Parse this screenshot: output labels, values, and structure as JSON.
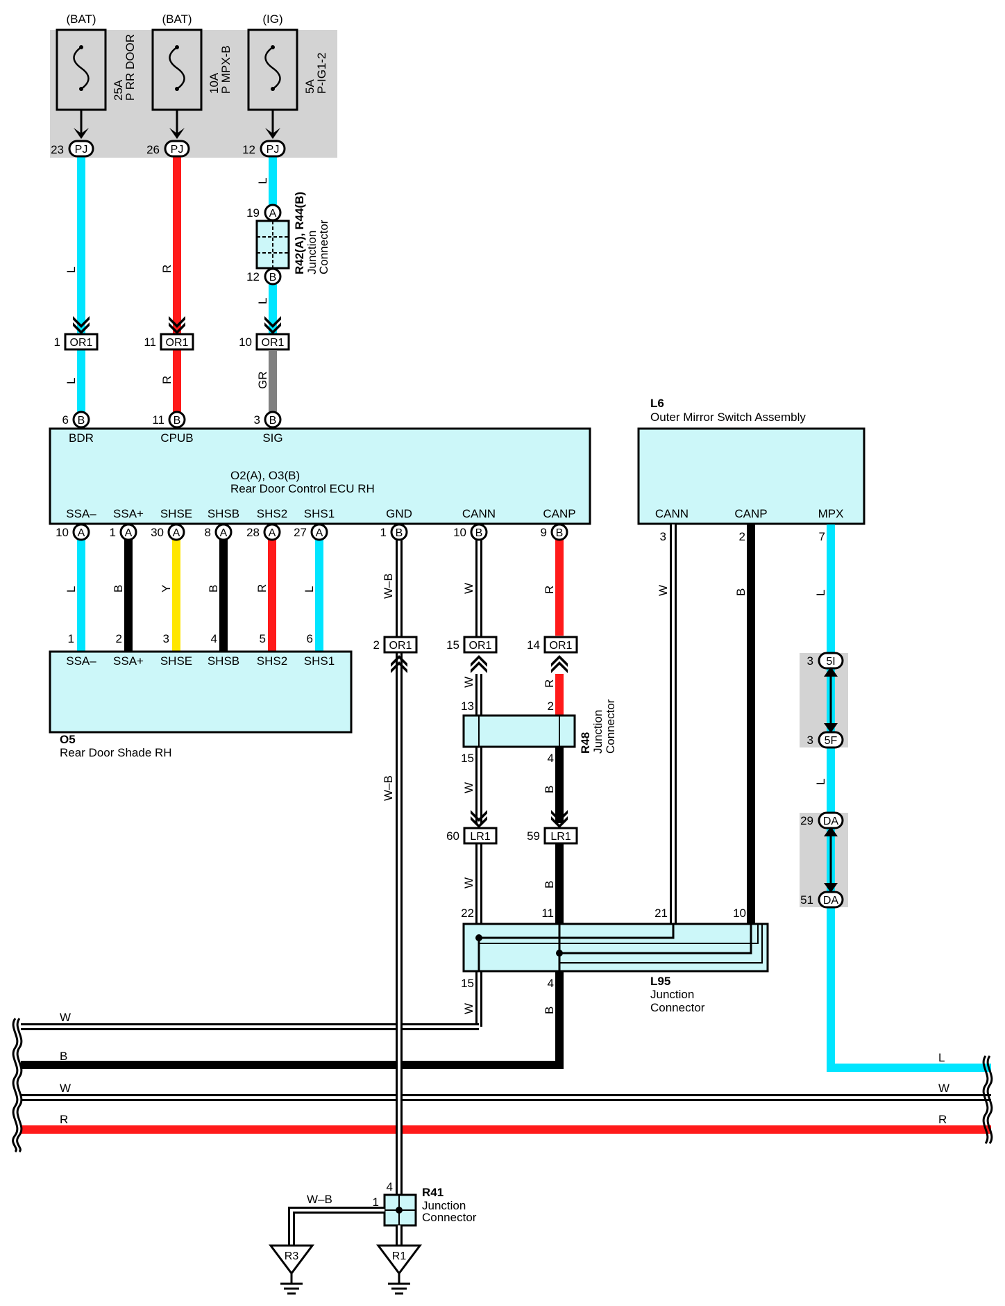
{
  "fuses": [
    {
      "source": "(BAT)",
      "rating": "25A",
      "name": "P RR DOOR"
    },
    {
      "source": "(BAT)",
      "rating": "10A",
      "name": "P MPX-B"
    },
    {
      "source": "(IG)",
      "rating": "5A",
      "name": "P-IG1-2"
    }
  ],
  "pj_pins": [
    "23",
    "26",
    "12"
  ],
  "pj_label": "PJ",
  "or1_label": "OR1",
  "lr1_label": "LR1",
  "top_pins": [
    "1",
    "11",
    "10"
  ],
  "wire_colors": {
    "L": "L",
    "R": "R",
    "GR": "GR",
    "W": "W",
    "B": "B",
    "Y": "Y",
    "WB": "W–B"
  },
  "colors": {
    "L": "#00e5ff",
    "R": "#ff1a1a",
    "GR": "#808080",
    "Y": "#ffe600",
    "B": "#000000",
    "W": "#ffffff",
    "box_fill": "#ccf7f9",
    "fuse_panel": "#d3d3d3"
  },
  "r42": {
    "pin_top": "19",
    "pin_top_letter": "A",
    "pin_bottom": "12",
    "pin_bottom_letter": "B",
    "name": "R42(A), R44(B)",
    "desc1": "Junction",
    "desc2": "Connector"
  },
  "ecu": {
    "id": "O2(A), O3(B)",
    "name": "Rear Door Control ECU RH",
    "top_terminals": [
      {
        "pin": "6",
        "letter": "B",
        "name": "BDR"
      },
      {
        "pin": "11",
        "letter": "B",
        "name": "CPUB"
      },
      {
        "pin": "3",
        "letter": "B",
        "name": "SIG"
      }
    ],
    "bottom_terminals": [
      {
        "pin": "10",
        "letter": "A",
        "name": "SSA–"
      },
      {
        "pin": "1",
        "letter": "A",
        "name": "SSA+"
      },
      {
        "pin": "30",
        "letter": "A",
        "name": "SHSE"
      },
      {
        "pin": "8",
        "letter": "A",
        "name": "SHSB"
      },
      {
        "pin": "28",
        "letter": "A",
        "name": "SHS2"
      },
      {
        "pin": "27",
        "letter": "A",
        "name": "SHS1"
      },
      {
        "pin": "1",
        "letter": "B",
        "name": "GND"
      },
      {
        "pin": "10",
        "letter": "B",
        "name": "CANN"
      },
      {
        "pin": "9",
        "letter": "B",
        "name": "CANP"
      }
    ]
  },
  "shade": {
    "id": "O5",
    "name": "Rear Door Shade RH",
    "terminals": [
      {
        "pin": "1",
        "name": "SSA–",
        "wire": "L"
      },
      {
        "pin": "2",
        "name": "SSA+",
        "wire": "B"
      },
      {
        "pin": "3",
        "name": "SHSE",
        "wire": "Y"
      },
      {
        "pin": "4",
        "name": "SHSB",
        "wire": "B"
      },
      {
        "pin": "5",
        "name": "SHS2",
        "wire": "R"
      },
      {
        "pin": "6",
        "name": "SHS1",
        "wire": "L"
      }
    ]
  },
  "mirror": {
    "id": "L6",
    "name": "Outer Mirror Switch Assembly",
    "terminals": [
      {
        "pin": "3",
        "name": "CANN",
        "wire": "W"
      },
      {
        "pin": "2",
        "name": "CANP",
        "wire": "B"
      },
      {
        "pin": "7",
        "name": "MPX",
        "wire": "L"
      }
    ]
  },
  "or1_lower_pins": [
    "2",
    "15",
    "14"
  ],
  "r48": {
    "id": "R48",
    "desc1": "Junction",
    "desc2": "Connector",
    "pins": [
      "13",
      "2",
      "15",
      "4"
    ]
  },
  "lr1_pins": [
    "60",
    "59"
  ],
  "l95": {
    "id": "L95",
    "desc1": "Junction",
    "desc2": "Connector",
    "pins_top": [
      "22",
      "11",
      "21",
      "10"
    ],
    "pins_bottom": [
      "15",
      "4"
    ]
  },
  "mpx_connectors": [
    {
      "pin": "3",
      "label": "5I"
    },
    {
      "pin": "3",
      "label": "5F"
    },
    {
      "pin": "29",
      "label": "DA"
    },
    {
      "pin": "51",
      "label": "DA"
    }
  ],
  "r41": {
    "id": "R41",
    "desc1": "Junction",
    "desc2": "Connector",
    "pins": [
      "4",
      "1"
    ]
  },
  "grounds": [
    "R3",
    "R1"
  ]
}
